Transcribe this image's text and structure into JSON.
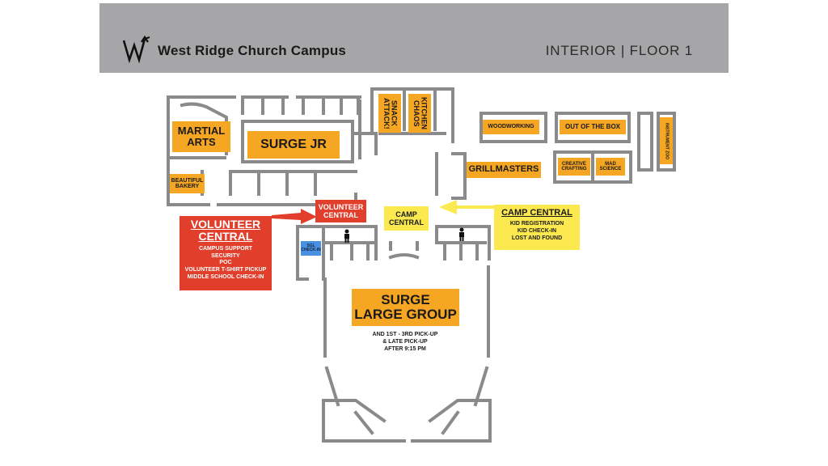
{
  "header": {
    "campus_title": "West Ridge Church Campus",
    "floor_label": "INTERIOR | FLOOR 1",
    "logo_icon": "west-ridge-logo-icon"
  },
  "rooms": {
    "martial_arts": "MARTIAL ARTS",
    "surge_jr": "SURGE JR",
    "beautiful_bakery": "BEAUTIFUL BAKERY",
    "snack_attack": "SNACK ATTACK!",
    "kitchen_chaos": "KITCHEN CHAOS",
    "woodworking": "WOODWORKING",
    "out_of_the_box": "OUT OF THE BOX",
    "instrument_zoo": "INSTRUMENT ZOO",
    "grillmasters": "GRILLMASTERS",
    "creative_crafting": "CREATIVE CRAFTING",
    "mad_science": "MAD SCIENCE",
    "sgl_checkin": "SGL CHECK-IN",
    "volunteer_central_small": "VOLUNTEER CENTRAL",
    "camp_central_small": "CAMP CENTRAL"
  },
  "surge_large_group": {
    "title_line1": "SURGE",
    "title_line2": "LARGE GROUP",
    "note_lines": [
      "AND 1ST - 3RD PICK-UP",
      "& LATE PICK-UP",
      "AFTER 9:15 PM"
    ]
  },
  "volunteer_callout": {
    "title_line1": "VOLUNTEER",
    "title_line2": "CENTRAL",
    "items": [
      "CAMPUS SUPPORT",
      "SECURITY",
      "POC",
      "VOLUNTEER T-SHIRT PICKUP",
      "MIDDLE SCHOOL CHECK-IN"
    ]
  },
  "camp_callout": {
    "title": "CAMP CENTRAL",
    "items": [
      "KID REGISTRATION",
      "KID CHECK-IN",
      "LOST AND FOUND"
    ]
  },
  "icons": {
    "person": "person-icon",
    "arrow_red": "arrow-right-icon",
    "arrow_yellow": "arrow-left-icon"
  },
  "colors": {
    "header": "#a6a6a8",
    "room": "#f5a623",
    "camp": "#fce94f",
    "volunteer": "#e13e2b",
    "checkin": "#4a90e2",
    "walls": "#8a8a8c"
  }
}
